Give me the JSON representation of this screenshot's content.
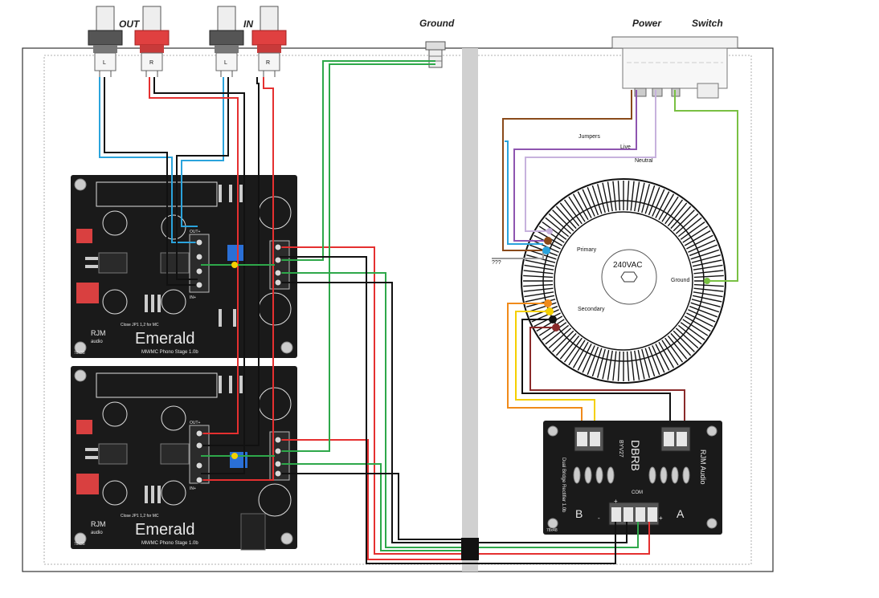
{
  "labels": {
    "out": "OUT",
    "in": "IN",
    "ground": "Ground",
    "power": "Power",
    "switch": "Switch",
    "jumpers": "Jumpers",
    "live": "Live",
    "neutral": "Neutral",
    "unknown": "???",
    "primary": "Primary",
    "voltage": "240VAC",
    "transformer_ground": "Ground",
    "secondary": "Secondary",
    "jack_left": "L",
    "jack_right": "R"
  },
  "pcb_upper": {
    "brand": "RJM",
    "brand_sub": "audio",
    "name": "Emerald",
    "subtitle": "MM/MC Phono Stage 1.0b",
    "note": "Close JP1 1,2 for MC",
    "out_label": "OUT+",
    "in_label": "IN+",
    "size": "78x38"
  },
  "pcb_lower": {
    "brand": "RJM",
    "brand_sub": "audio",
    "name": "Emerald",
    "subtitle": "MM/MC Phono Stage 1.0b",
    "note": "Close JP1 1,2 for MC",
    "out_label": "OUT+",
    "in_label": "IN+",
    "size": "78x38"
  },
  "rectifier": {
    "name": "DBRB",
    "part": "BYV27",
    "side_text": "Dual Bridge Rectifier 1.0b",
    "brand": "RJM Audio",
    "label_b": "B",
    "label_a": "A",
    "com": "COM",
    "plus": "+",
    "minus": "-",
    "size": "78x48"
  },
  "wire_colors": {
    "red": "#e53030",
    "black": "#111111",
    "blue": "#2aa3dc",
    "green": "#2ea84a",
    "yellow": "#f5d000",
    "orange": "#f08a1a",
    "brown": "#8a4a1a",
    "violet": "#8e55b0",
    "lavender": "#c7b2dd",
    "grey": "#9a9a9a",
    "dark_red": "#8a2a2a",
    "lime": "#79c043"
  }
}
